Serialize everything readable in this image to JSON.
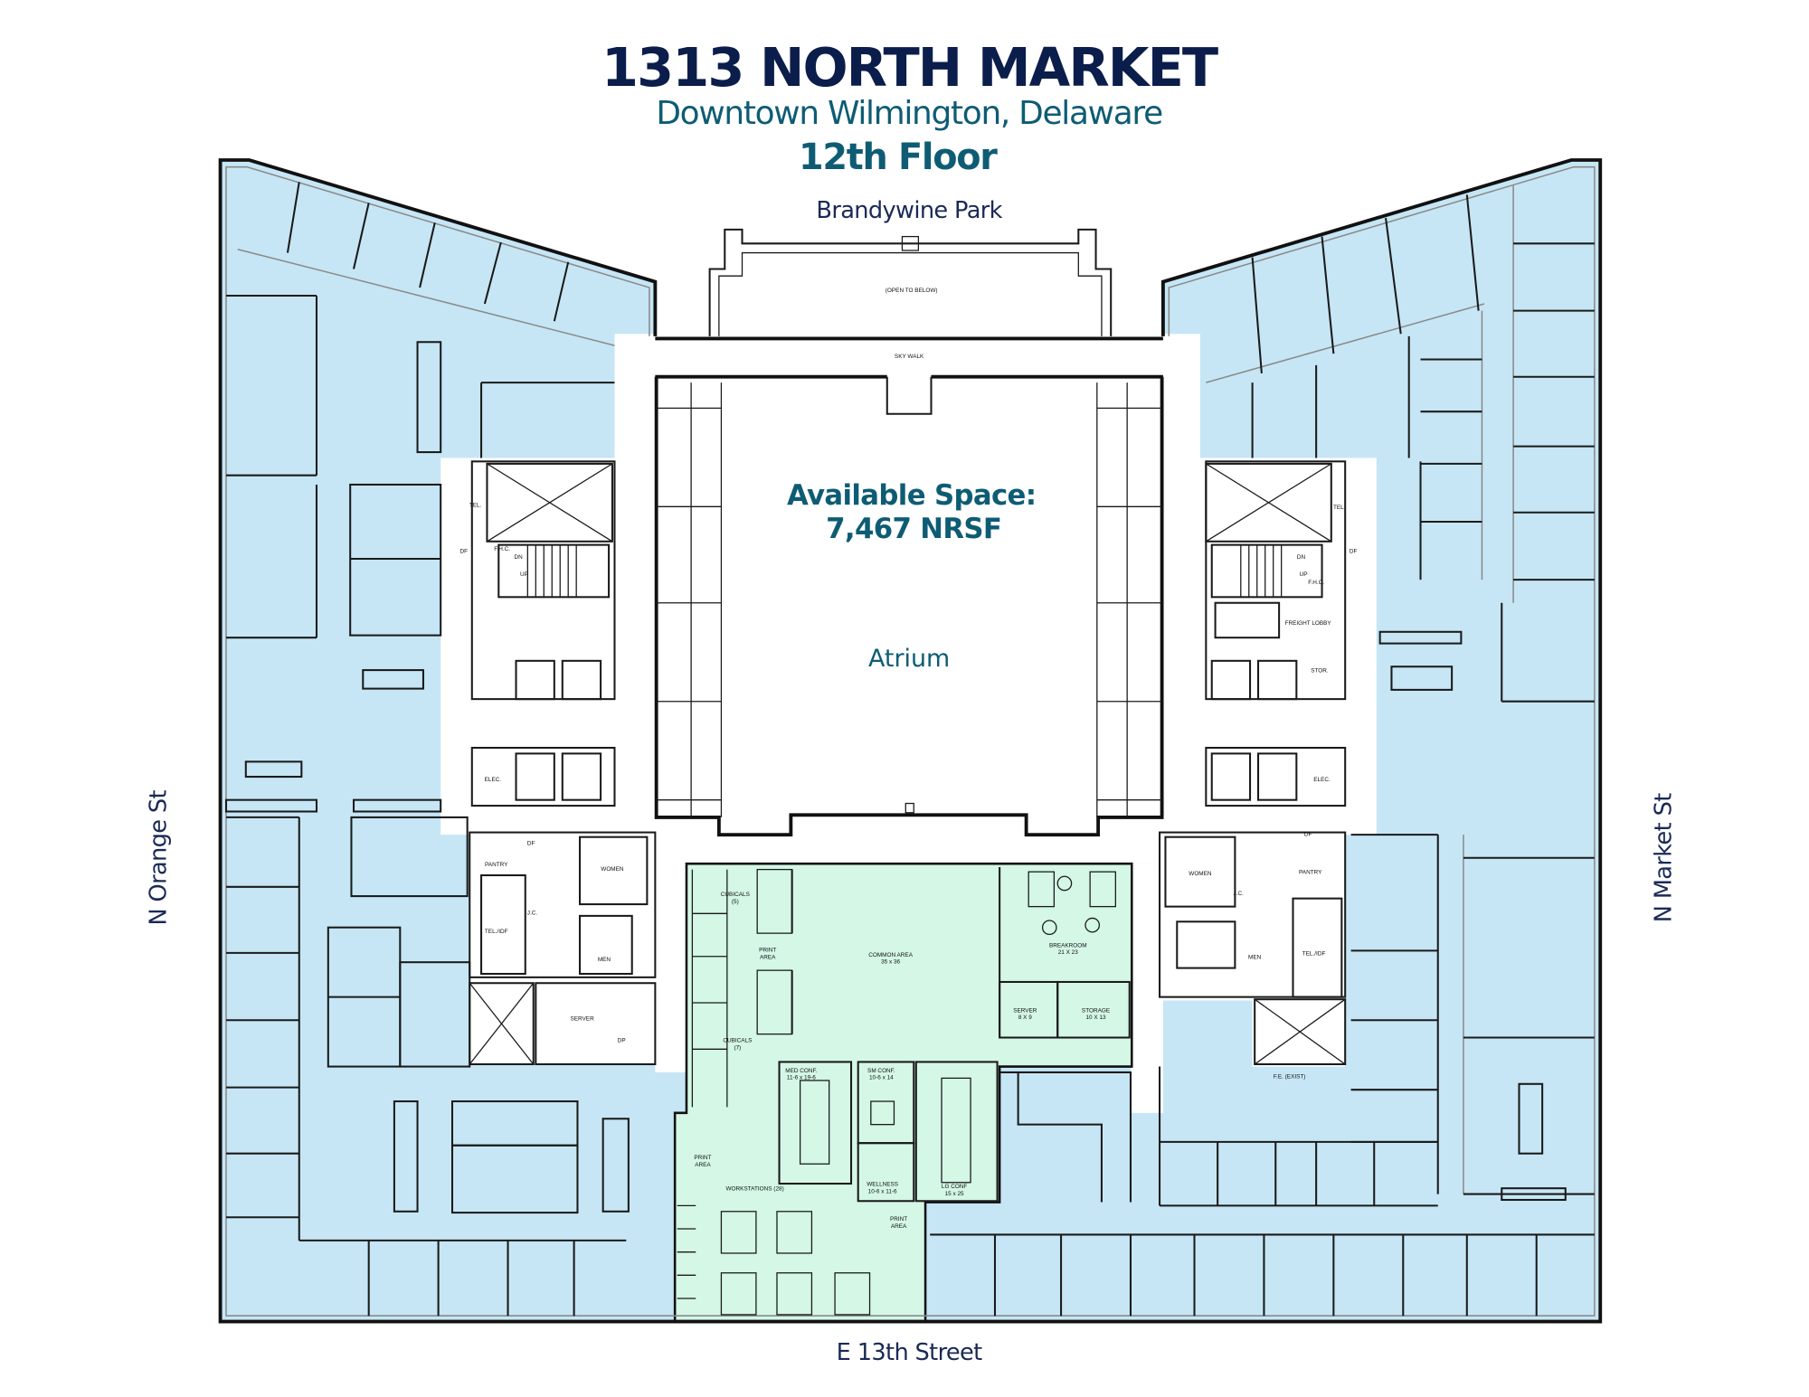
{
  "header": {
    "title": "1313 NORTH MARKET",
    "subtitle": "Downtown Wilmington, Delaware",
    "floor": "12th Floor"
  },
  "streets": {
    "north": "Brandywine Park",
    "west": "N Orange St",
    "east": "N Market St",
    "south": "E 13th Street"
  },
  "callout": {
    "line1": "Available Space:",
    "line2": "7,467 NRSF"
  },
  "atrium_label": "Atrium",
  "colors": {
    "title": "#0b1d4b",
    "accent": "#0e5c74",
    "leased_fill": "#c6e6f5",
    "available_fill": "#d4f7e6"
  },
  "plan_labels": {
    "open_to_below": "(OPEN TO BELOW)",
    "sky_walk": "SKY WALK"
  },
  "suite_rooms": [
    {
      "name": "CUBICALS",
      "detail": "(5)"
    },
    {
      "name": "PRINT",
      "detail": "AREA"
    },
    {
      "name": "COMMON AREA",
      "detail": "35 x 36"
    },
    {
      "name": "BREAKROOM",
      "detail": "21 X 23"
    },
    {
      "name": "SERVER",
      "detail": "8 X 9"
    },
    {
      "name": "STORAGE",
      "detail": "10 X 13"
    },
    {
      "name": "CUBICALS",
      "detail": "(7)"
    },
    {
      "name": "MED CONF.",
      "detail": "11-6 x 19-6"
    },
    {
      "name": "SM CONF.",
      "detail": "10-6 x 14"
    },
    {
      "name": "PRINT",
      "detail": "AREA"
    },
    {
      "name": "WORKSTATIONS (28)",
      "detail": ""
    },
    {
      "name": "WELLNESS",
      "detail": "10-6 x 11-6"
    },
    {
      "name": "LG CONF",
      "detail": "15 x 25"
    },
    {
      "name": "PRINT",
      "detail": "AREA"
    }
  ],
  "core_labels_west": [
    "TEL.",
    "DF",
    "F.H.C.",
    "DN",
    "UP",
    "ELEC.",
    "PANTRY",
    "DF",
    "WOMEN",
    "J.C.",
    "TEL./IDF",
    "MEN",
    "SERVER",
    "DP"
  ],
  "core_labels_east": [
    "TEL.",
    "DF",
    "F.H.C.",
    "DN",
    "UP",
    "FREIGHT LOBBY",
    "STOR.",
    "ELEC.",
    "DF",
    "PANTRY",
    "WOMEN",
    "J.C.",
    "MEN",
    "TEL./IDF",
    "F.E. (EXIST)"
  ]
}
